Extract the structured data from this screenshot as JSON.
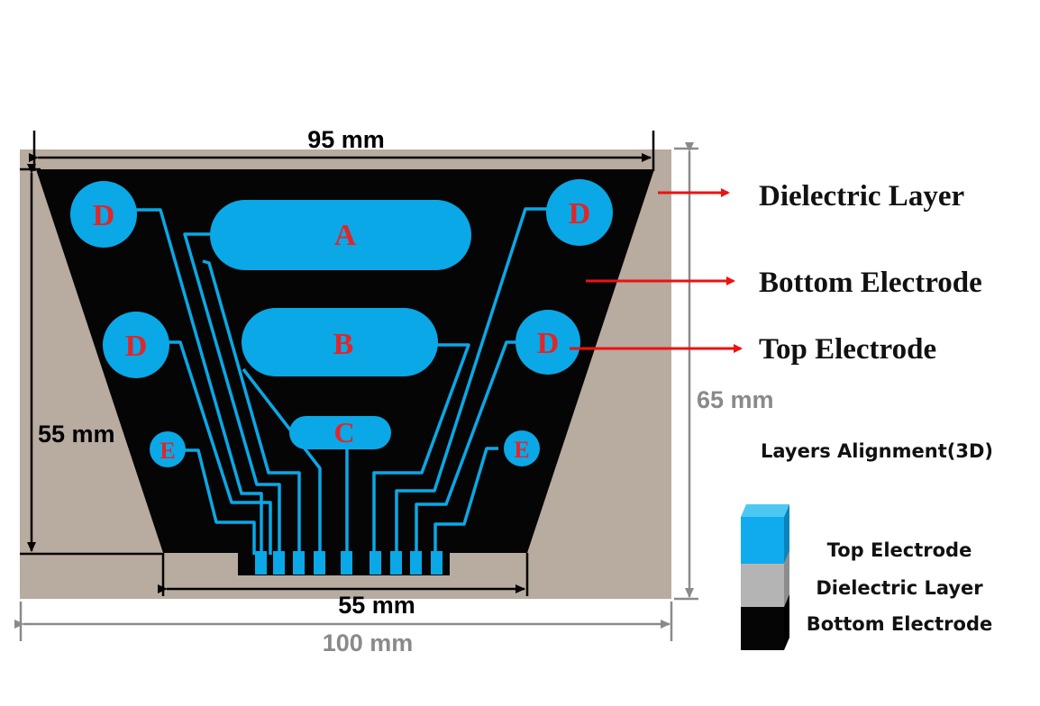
{
  "dimensions": {
    "top_width": "95 mm",
    "left_height": "55 mm",
    "bottom_width": "55 mm",
    "total_width": "100 mm",
    "total_height": "65 mm"
  },
  "pads": {
    "a": "A",
    "b": "B",
    "c": "C",
    "d": "D",
    "e": "E"
  },
  "layer_labels": {
    "dielectric": "Dielectric Layer",
    "bottom": "Bottom Electrode",
    "top": "Top Electrode"
  },
  "legend": {
    "title": "Layers Alignment(3D)",
    "top": "Top Electrode",
    "dielectric": "Dielectric Layer",
    "bottom": "Bottom Electrode"
  },
  "colors": {
    "substrate": "#b8aba0",
    "bottom_electrode": "#050505",
    "top_electrode": "#0aa8e6",
    "arrow": "#ee1111",
    "pad_label": "#e0262a",
    "dim_gray": "#8a8a8a"
  }
}
